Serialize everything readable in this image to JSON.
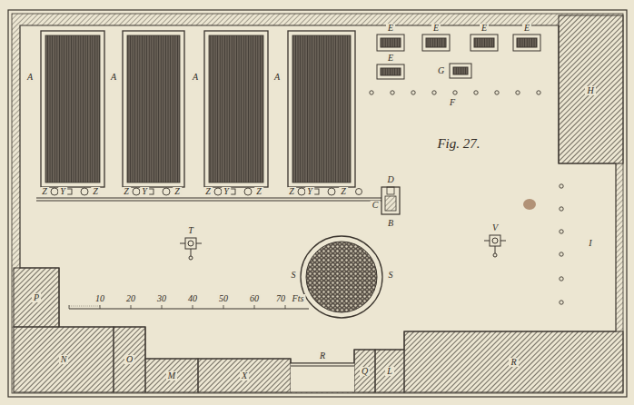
{
  "diagram": {
    "title": "Fig. 27.",
    "nodes": [
      {
        "text": [
          "E"
        ]
      },
      {
        "text": [
          "E"
        ]
      },
      {
        "text": [
          "E"
        ]
      },
      {
        "text": [
          "E"
        ]
      },
      {
        "text": [
          "E"
        ]
      },
      {
        "text": [
          "G"
        ]
      },
      {
        "text": [
          "H"
        ]
      },
      {
        "text": [
          "P"
        ]
      },
      {
        "text": [
          "N"
        ]
      },
      {
        "text": [
          "O"
        ]
      },
      {
        "text": [
          "M"
        ]
      },
      {
        "text": [
          "X"
        ]
      },
      {
        "text": [
          "Q"
        ]
      },
      {
        "text": [
          "L"
        ]
      },
      {
        "text": [
          "R"
        ]
      }
    ],
    "labels": [
      "A",
      "A",
      "A",
      "A",
      "Z",
      "Y",
      "Z",
      "Z",
      "Y",
      "Z",
      "Z",
      "Y",
      "Z",
      "Z",
      "Y",
      "Z",
      "D",
      "C",
      "B",
      "F",
      "T",
      "V",
      "S",
      "S",
      "I",
      "10",
      "20",
      "30",
      "40",
      "50",
      "60",
      "70",
      "Fts",
      "R"
    ]
  }
}
